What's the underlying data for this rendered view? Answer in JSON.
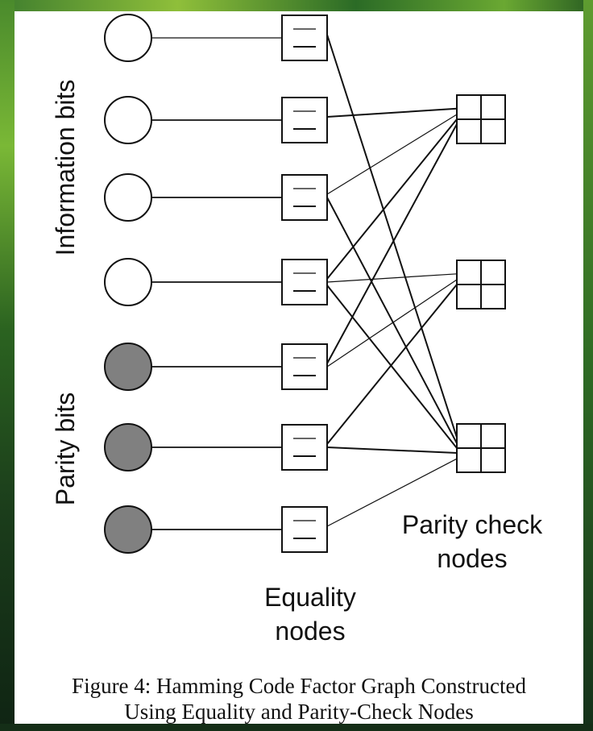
{
  "diagram": {
    "group_labels": {
      "info_bits": "Information bits",
      "parity_bits": "Parity bits"
    },
    "node_labels": {
      "equality": [
        "Equality",
        "nodes"
      ],
      "parity_check": [
        "Parity check",
        "nodes"
      ]
    },
    "caption": [
      "Figure 4: Hamming Code Factor Graph Constructed",
      "Using Equality and Parity-Check Nodes"
    ],
    "bit_nodes": [
      {
        "type": "information",
        "fill": "#ffffff"
      },
      {
        "type": "information",
        "fill": "#ffffff"
      },
      {
        "type": "information",
        "fill": "#ffffff"
      },
      {
        "type": "information",
        "fill": "#ffffff"
      },
      {
        "type": "parity",
        "fill": "#808080"
      },
      {
        "type": "parity",
        "fill": "#808080"
      },
      {
        "type": "parity",
        "fill": "#808080"
      }
    ],
    "equality_node_count": 7,
    "parity_check_node_count": 3,
    "edges": [
      {
        "from": 1,
        "to": 3
      },
      {
        "from": 2,
        "to": 1
      },
      {
        "from": 3,
        "to": 1
      },
      {
        "from": 3,
        "to": 3
      },
      {
        "from": 4,
        "to": 1
      },
      {
        "from": 4,
        "to": 2
      },
      {
        "from": 4,
        "to": 3
      },
      {
        "from": 5,
        "to": 1
      },
      {
        "from": 5,
        "to": 2
      },
      {
        "from": 6,
        "to": 2
      },
      {
        "from": 6,
        "to": 3
      },
      {
        "from": 7,
        "to": 3
      }
    ]
  }
}
